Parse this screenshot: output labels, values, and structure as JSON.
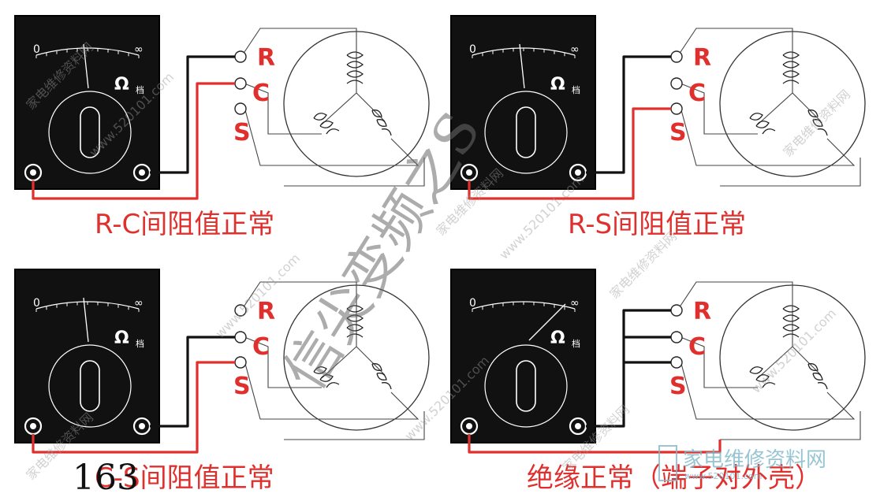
{
  "panels": [
    {
      "caption": "R-C间阻值正常",
      "needle": "zero",
      "red_to": "C",
      "black_to": "R"
    },
    {
      "caption": "R-S间阻值正常",
      "needle": "zero",
      "red_to": "S",
      "black_to": "R"
    },
    {
      "caption": "C-S间阻值正常",
      "needle": "zero",
      "red_to": "S",
      "black_to": "C"
    },
    {
      "caption": "绝缘正常（端子对外壳）",
      "needle": "infinity",
      "red_to": "case",
      "black_to": "RCS"
    }
  ],
  "meter": {
    "scale_zero": "0",
    "scale_inf": "∞",
    "range_symbol": "Ω",
    "range_suffix": "档"
  },
  "terminals": {
    "r": "R",
    "c": "C",
    "s": "S"
  },
  "page_number": "163",
  "watermarks": {
    "big": "信尖变频之S",
    "site_cn": "家电维修资料网",
    "url": "www.520101.com",
    "logo_main": "家电维修资料网",
    "logo_sub": "www.520101.com"
  },
  "colors": {
    "lead_red": "#e0302e",
    "lead_black": "#111111",
    "meter_body": "#111111"
  }
}
